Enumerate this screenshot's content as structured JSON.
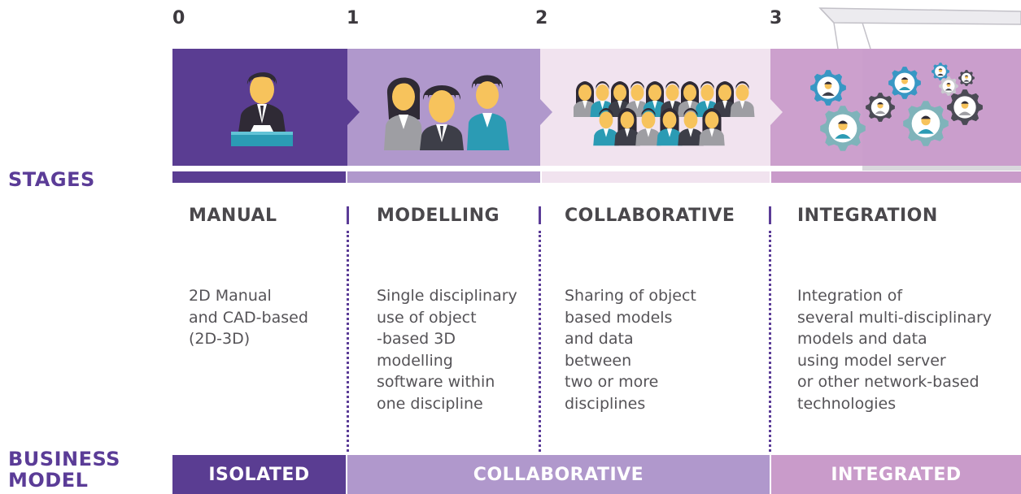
{
  "stage_numbers": [
    "0",
    "1",
    "2",
    "3"
  ],
  "row_labels": {
    "stages": "STAGES",
    "business_model_line1": "BUSINESS",
    "business_model_line2": "MODEL"
  },
  "stages": [
    {
      "title": "MANUAL",
      "desc": [
        "2D Manual",
        "and CAD-based",
        "(2D-3D)"
      ]
    },
    {
      "title": "MODELLING",
      "desc": [
        "Single disciplinary",
        "use of object",
        "-based 3D",
        "modelling",
        "software within",
        "one discipline"
      ]
    },
    {
      "title": "COLLABORATIVE",
      "desc": [
        "Sharing of object",
        "based models",
        "and data",
        "between",
        "two or more",
        "disciplines"
      ]
    },
    {
      "title": "INTEGRATION",
      "desc": [
        "Integration of",
        "several multi-disciplinary",
        "models and data",
        "using model server",
        "or other network-based",
        "technologies"
      ]
    }
  ],
  "business_model": [
    "ISOLATED",
    "COLLABORATIVE",
    "INTEGRATED"
  ],
  "colors": {
    "stage0": "#5a3d92",
    "stage1": "#b098cc",
    "stage2": "#f1e3ef",
    "stage3": "#c99bca",
    "label_purple": "#5b3c97",
    "skin": "#f7c35c",
    "hair": "#2f2a35",
    "teal": "#2b9bb4",
    "gray_suit": "#9e9ea3",
    "dark_suit": "#3d3e48",
    "gear_blue": "#3897c4",
    "gear_dark": "#4b4b55",
    "gear_teal": "#7fb3ba"
  },
  "icons": [
    "person-at-desk-icon",
    "team-of-three-icon",
    "group-of-people-icon",
    "gear-network-icon"
  ]
}
